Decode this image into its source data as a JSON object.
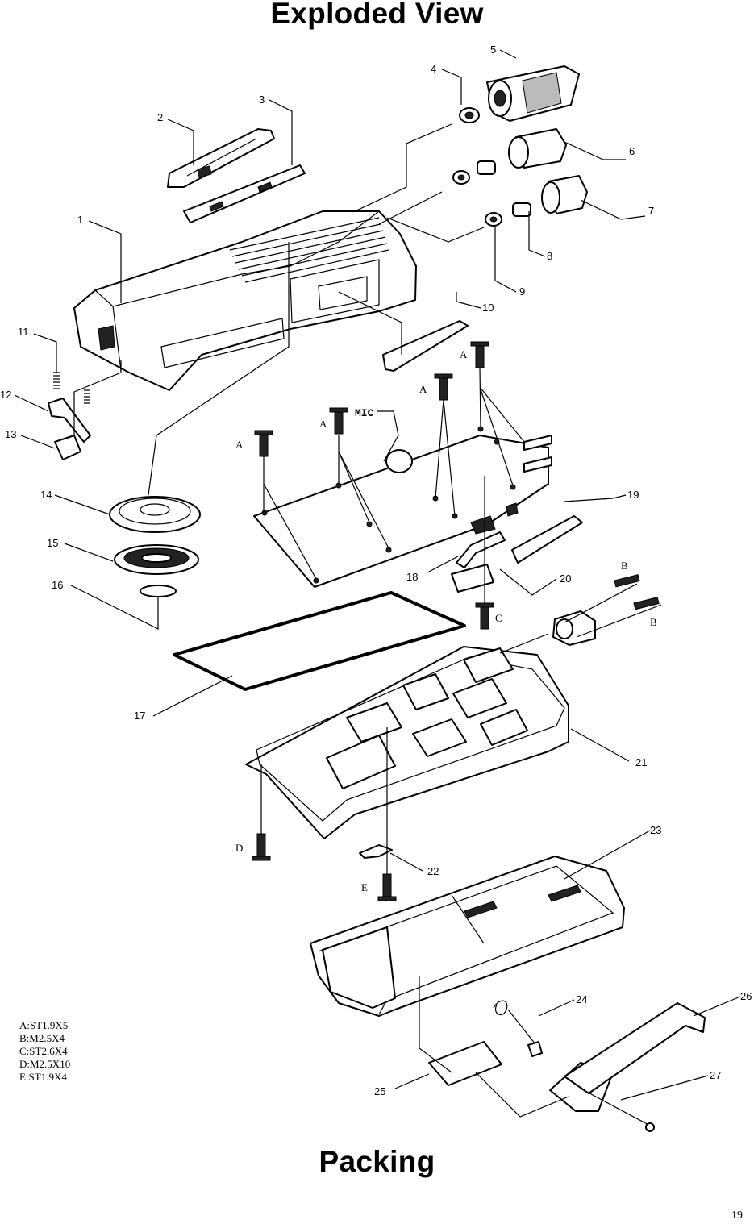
{
  "titles": {
    "top": "Exploded View",
    "bottom": "Packing"
  },
  "page_number": "19",
  "mic_label": "MIC",
  "screw_legend": [
    "A:ST1.9X5",
    "B:M2.5X4",
    "C:ST2.6X4",
    "D:M2.5X10",
    "E:ST1.9X4"
  ],
  "callouts": [
    "1",
    "2",
    "3",
    "4",
    "5",
    "6",
    "7",
    "8",
    "9",
    "10",
    "11",
    "12",
    "13",
    "14",
    "15",
    "16",
    "17",
    "18",
    "19",
    "20",
    "21",
    "22",
    "23",
    "24",
    "25",
    "26",
    "27"
  ],
  "screw_letters": [
    "A",
    "A",
    "A",
    "A",
    "B",
    "B",
    "C",
    "D",
    "E"
  ]
}
